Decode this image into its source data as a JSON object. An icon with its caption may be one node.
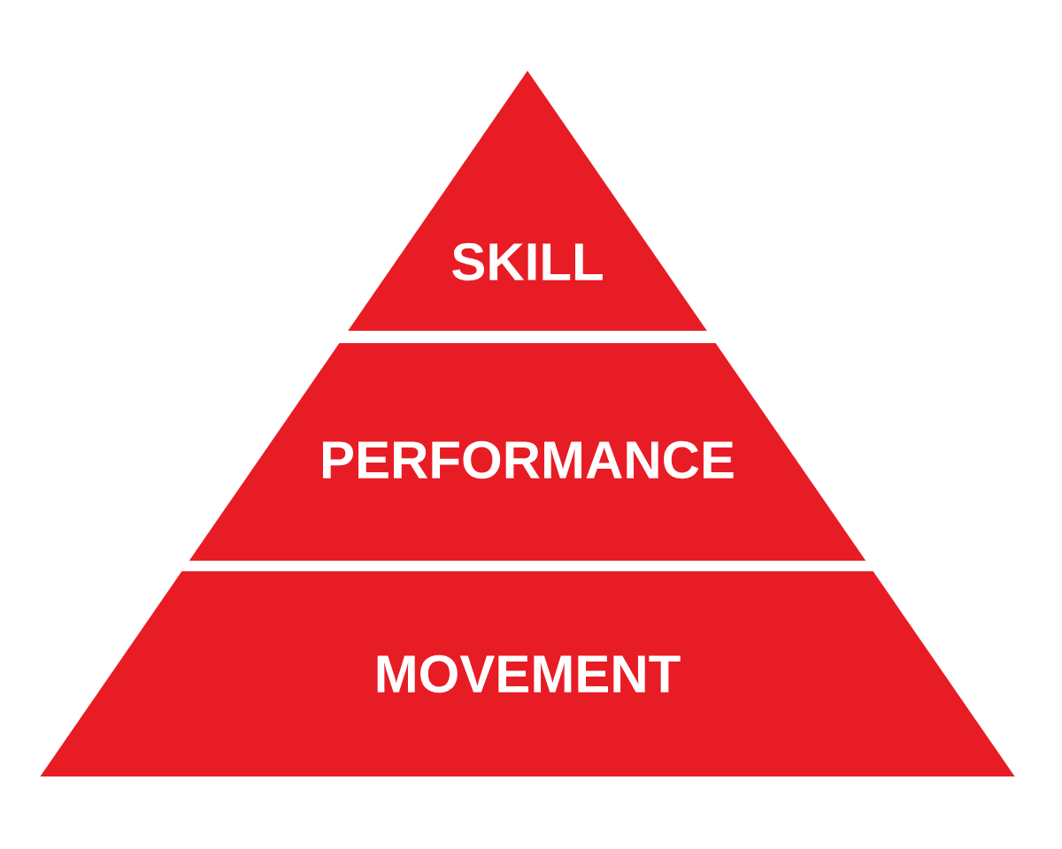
{
  "diagram": {
    "nodes": [
      {
        "text": [
          "SKILL"
        ]
      },
      {
        "text": [
          "PERFORMANCE"
        ]
      },
      {
        "text": [
          "MOVEMENT"
        ]
      }
    ]
  }
}
